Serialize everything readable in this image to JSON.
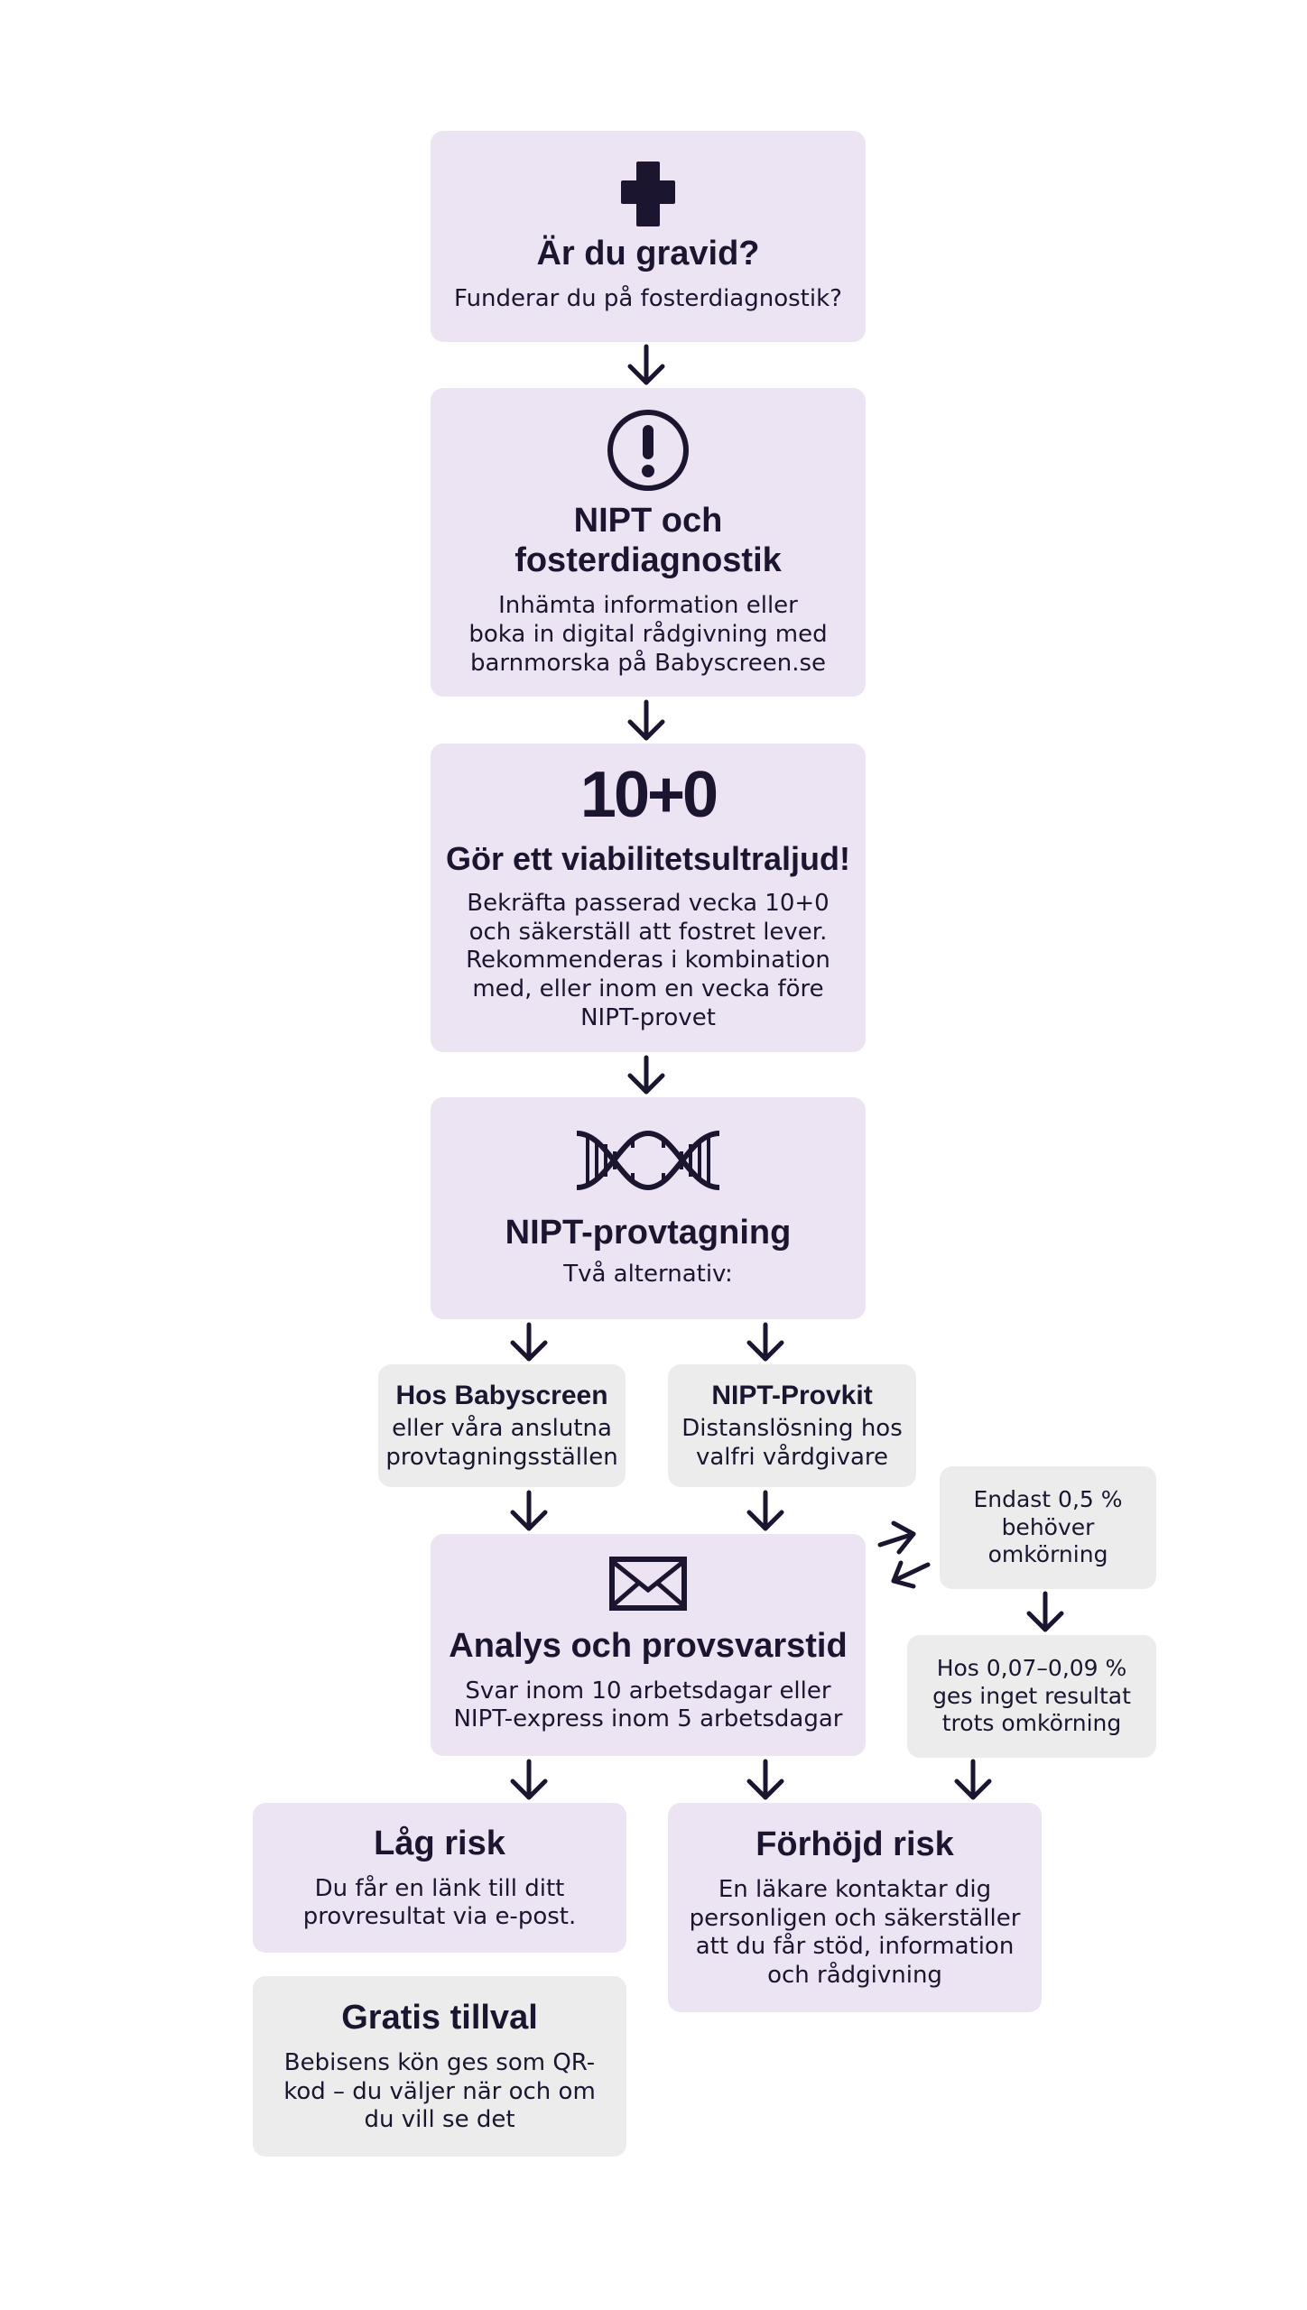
{
  "steps": {
    "pregnant": {
      "title": "Är du gravid?",
      "text": "Funderar du på fosterdiagnostik?",
      "icon": "plus-icon"
    },
    "nipt_info": {
      "title": "NIPT och fosterdiagnostik",
      "text": "Inhämta information eller boka in digital rådgivning med barnmorska på Babyscreen.se",
      "icon": "exclamation-circle-icon"
    },
    "ultrasound": {
      "badge": "10+0",
      "title": "Gör ett viabilitetsultraljud!",
      "text": "Bekräfta passerad vecka 10+0 och säkerställ att fostret lever. Rekommenderas i kombination med, eller inom en vecka före NIPT-provet"
    },
    "sampling": {
      "title": "NIPT-provtagning",
      "text": "Två alternativ:",
      "icon": "dna-icon"
    },
    "babyscreen": {
      "title": "Hos Babyscreen",
      "text": "eller våra anslutna provtagningsställen"
    },
    "provkit": {
      "title": "NIPT-Provkit",
      "text": "Distanslösning hos valfri vårdgivare"
    },
    "rerun": {
      "text": "Endast 0,5 % behöver omkörning"
    },
    "no_result": {
      "text": "Hos 0,07–0,09 % ges inget resultat trots omkörning"
    },
    "analysis": {
      "title": "Analys och provsvarstid",
      "text": "Svar inom 10 arbetsdagar eller NIPT-express inom 5 arbetsdagar",
      "icon": "envelope-icon"
    },
    "low_risk": {
      "title": "Låg risk",
      "text": "Du får en länk till ditt provresultat via e-post."
    },
    "high_risk": {
      "title": "Förhöjd risk",
      "text": "En läkare kontaktar dig personligen och säkerställer att du får stöd, information och rådgivning"
    },
    "free_addon": {
      "title": "Gratis tillval",
      "text": "Bebisens kön ges som QR-kod – du väljer när och om du vill se det"
    }
  },
  "colors": {
    "lavender": "#ece4f2",
    "grey": "#ececed",
    "ink": "#1c1530"
  }
}
